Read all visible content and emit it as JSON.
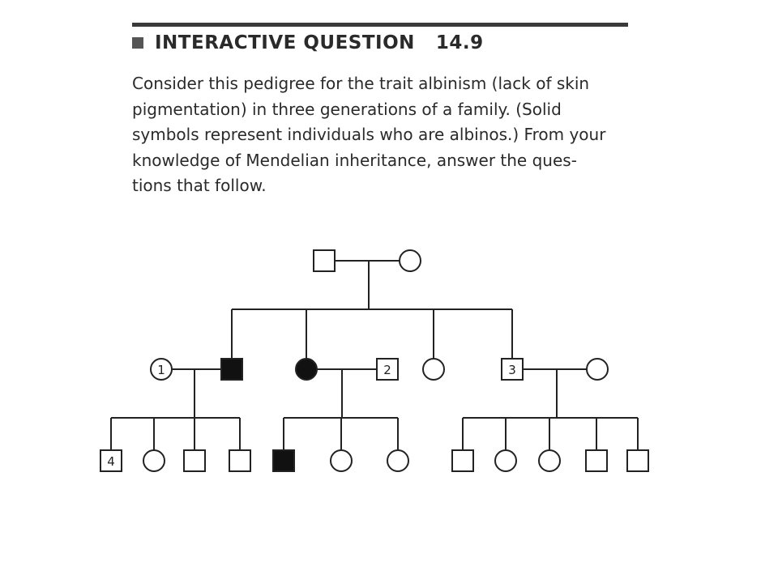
{
  "header": {
    "title": "INTERACTIVE QUESTION",
    "number": "14.9"
  },
  "question": {
    "lines": [
      "Consider this pedigree for the trait albinism (lack of skin",
      "pigmentation) in three generations of a family. (Solid",
      "symbols represent individuals who are albinos.) From your",
      "knowledge of Mendelian inheritance, answer the ques-",
      "tions that follow."
    ]
  },
  "pedigree": {
    "generations": [
      {
        "individuals": [
          {
            "sex": "male",
            "affected": false,
            "label": ""
          },
          {
            "sex": "female",
            "affected": false,
            "label": ""
          }
        ]
      },
      {
        "individuals": [
          {
            "sex": "female",
            "affected": false,
            "label": "1"
          },
          {
            "sex": "male",
            "affected": true,
            "label": ""
          },
          {
            "sex": "female",
            "affected": true,
            "label": ""
          },
          {
            "sex": "male",
            "affected": false,
            "label": "2"
          },
          {
            "sex": "female",
            "affected": false,
            "label": ""
          },
          {
            "sex": "male",
            "affected": false,
            "label": "3"
          },
          {
            "sex": "female",
            "affected": false,
            "label": ""
          }
        ]
      },
      {
        "individuals": [
          {
            "sex": "male",
            "affected": false,
            "label": "4"
          },
          {
            "sex": "female",
            "affected": false,
            "label": ""
          },
          {
            "sex": "male",
            "affected": false,
            "label": ""
          },
          {
            "sex": "male",
            "affected": false,
            "label": ""
          },
          {
            "sex": "male",
            "affected": true,
            "label": ""
          },
          {
            "sex": "female",
            "affected": false,
            "label": ""
          },
          {
            "sex": "female",
            "affected": false,
            "label": ""
          },
          {
            "sex": "male",
            "affected": false,
            "label": ""
          },
          {
            "sex": "female",
            "affected": false,
            "label": ""
          },
          {
            "sex": "female",
            "affected": false,
            "label": ""
          },
          {
            "sex": "male",
            "affected": false,
            "label": ""
          },
          {
            "sex": "male",
            "affected": false,
            "label": ""
          }
        ]
      }
    ],
    "colors": {
      "line": "#222222",
      "affected_fill": "#111111",
      "unaffected_fill": "#ffffff"
    }
  }
}
